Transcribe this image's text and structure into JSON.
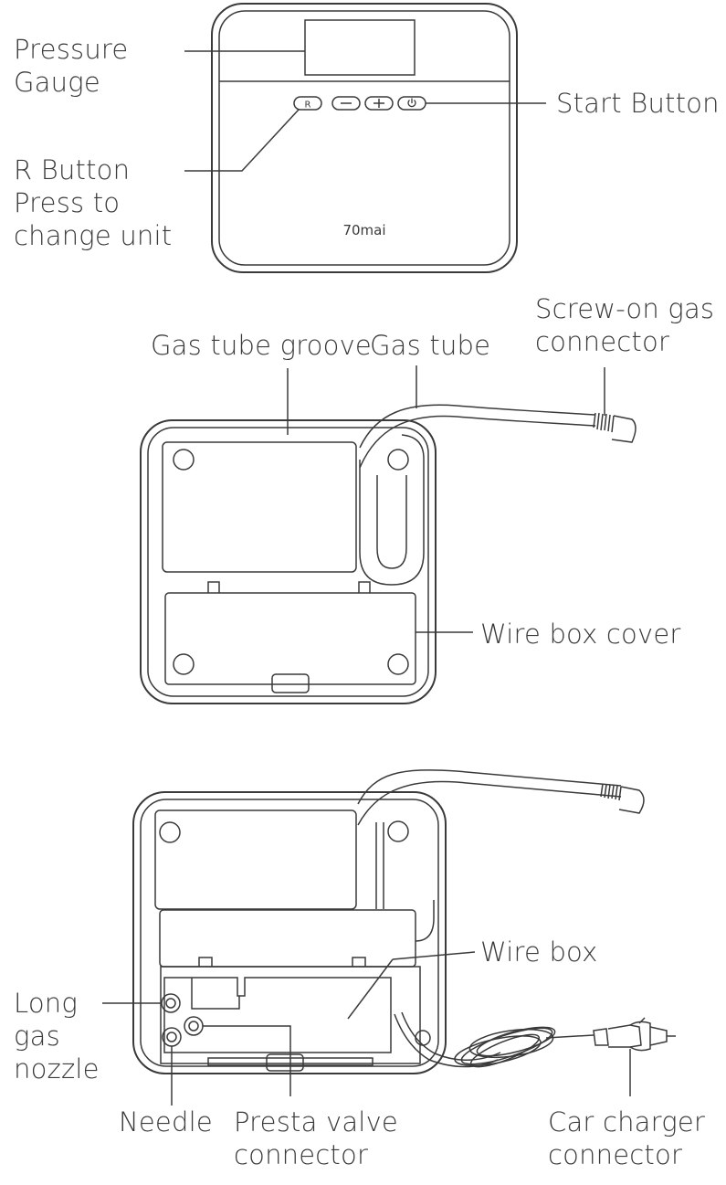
{
  "front_panel": {
    "brand": "70mai",
    "buttons": {
      "r": "R",
      "minus": "−",
      "plus": "+",
      "power": "⏻"
    }
  },
  "labels": {
    "pressure_gauge": [
      "Pressure",
      "Gauge"
    ],
    "start_button": "Start Button",
    "r_button": [
      "R Button",
      "Press to",
      "change unit"
    ],
    "gas_tube_groove": "Gas tube groove",
    "gas_tube": "Gas tube",
    "screw_on_connector": [
      "Screw-on gas",
      "connector"
    ],
    "wire_box_cover": "Wire box cover",
    "wire_box": "Wire box",
    "long_gas_nozzle": [
      "Long",
      "gas",
      "nozzle"
    ],
    "needle": "Needle",
    "presta_valve": [
      "Presta valve",
      "connector"
    ],
    "car_charger": [
      "Car charger",
      "connector"
    ]
  },
  "colors": {
    "line": "#3a3a3a",
    "background": "#ffffff"
  }
}
